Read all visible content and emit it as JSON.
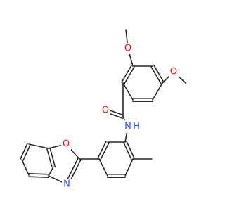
{
  "structure": {
    "atoms": {
      "o_top": {
        "text": "O",
        "color": "#ff0d0d"
      },
      "o_right": {
        "text": "O",
        "color": "#ff0d0d"
      },
      "o_carbonyl": {
        "text": "O",
        "color": "#ff0d0d"
      },
      "n_amide": {
        "text": "N",
        "color": "#3050f8"
      },
      "h_amide": {
        "text": "H",
        "color": "#3050f8"
      },
      "o_oxazole": {
        "text": "O",
        "color": "#ff0d0d"
      },
      "n_oxazole": {
        "text": "N",
        "color": "#3050f8"
      }
    }
  }
}
